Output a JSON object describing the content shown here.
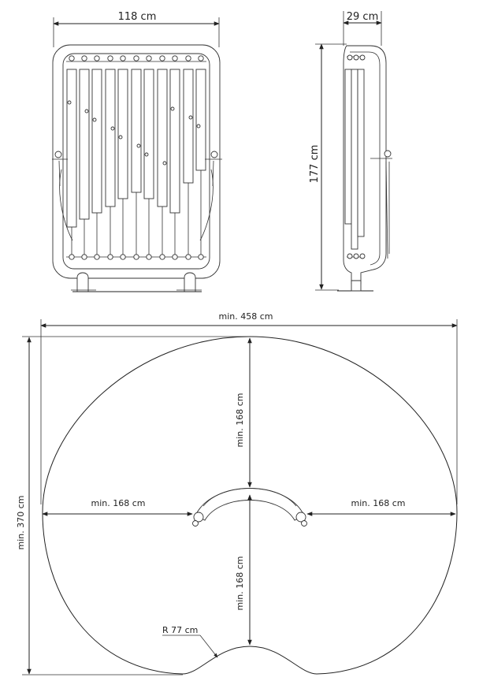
{
  "front_view": {
    "width_label": "118 cm"
  },
  "side_view": {
    "depth_label": "29 cm",
    "height_label": "177 cm"
  },
  "plan_view": {
    "overall_width_label": "min. 458 cm",
    "overall_depth_label": "min. 370 cm",
    "top_clearance_label": "min. 168 cm",
    "bottom_clearance_label": "min. 168 cm",
    "left_clearance_label": "min. 168 cm",
    "right_clearance_label": "min. 168 cm",
    "radius_label": "R 77 cm"
  },
  "colors": {
    "line": "#222222",
    "background": "#ffffff"
  }
}
